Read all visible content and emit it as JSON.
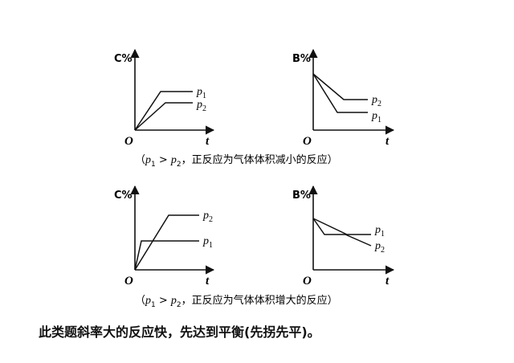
{
  "panels": [
    {
      "id": "top-left",
      "y_label": "C%",
      "origin_label": "O",
      "x_label": "t",
      "series": [
        {
          "name": "p",
          "sub": "1"
        },
        {
          "name": "p",
          "sub": "2"
        }
      ]
    },
    {
      "id": "top-right",
      "y_label": "B%",
      "origin_label": "O",
      "x_label": "t",
      "series": [
        {
          "name": "p",
          "sub": "2"
        },
        {
          "name": "p",
          "sub": "1"
        }
      ]
    },
    {
      "id": "bottom-left",
      "y_label": "C%",
      "origin_label": "O",
      "x_label": "t",
      "series": [
        {
          "name": "p",
          "sub": "2"
        },
        {
          "name": "p",
          "sub": "1"
        }
      ]
    },
    {
      "id": "bottom-right",
      "y_label": "B%",
      "origin_label": "O",
      "x_label": "t",
      "series": [
        {
          "name": "p",
          "sub": "1"
        },
        {
          "name": "p",
          "sub": "2"
        }
      ]
    }
  ],
  "captions": {
    "top": {
      "open": "（",
      "p": "p",
      "sub1": "1",
      "gt": " > ",
      "sub2": "2",
      "text": "，正反应为气体体积减小的反应",
      "close": "）"
    },
    "bottom": {
      "open": "（",
      "p": "p",
      "sub1": "1",
      "gt": " > ",
      "sub2": "2",
      "text": "，正反应为气体体积增大的反应",
      "close": "）"
    }
  },
  "conclusion": "此类题斜率大的反应快，先达到平衡(先拐先平)。"
}
